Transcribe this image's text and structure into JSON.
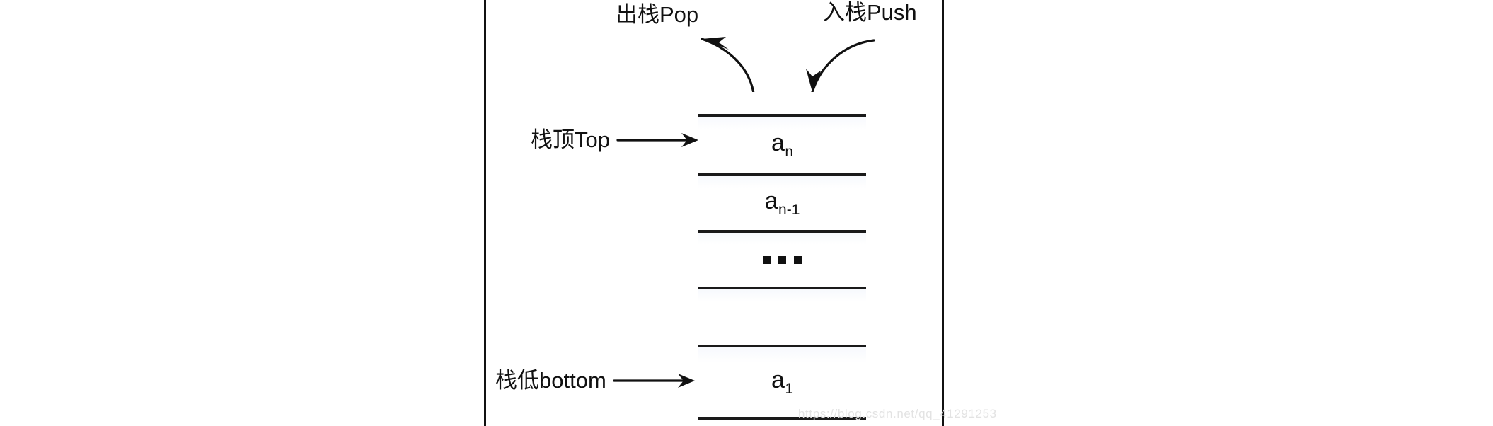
{
  "diagram": {
    "title_pop": "出栈Pop",
    "title_push": "入栈Push",
    "label_top": "栈顶Top",
    "label_bottom": "栈低bottom",
    "arrow_top_glyph": "⟶",
    "arrow_bottom_glyph": "⟶"
  },
  "stack": {
    "cells": [
      {
        "name": "cell-head",
        "value": "",
        "sub": "",
        "kind": "empty-head"
      },
      {
        "name": "cell-an",
        "value": "a",
        "sub": "n",
        "kind": "item"
      },
      {
        "name": "cell-an-1",
        "value": "a",
        "sub": "n-1",
        "kind": "item"
      },
      {
        "name": "cell-ellipsis",
        "value": "",
        "sub": "",
        "kind": "dots"
      },
      {
        "name": "cell-empty",
        "value": "",
        "sub": "",
        "kind": "item"
      },
      {
        "name": "cell-a1",
        "value": "a",
        "sub": "1",
        "kind": "item"
      }
    ]
  },
  "watermark": {
    "text": "https://blog.csdn.net/qq_41291253"
  },
  "colors": {
    "ink": "#111111",
    "line": "#1a1a1a",
    "cell_tint": "#f7f9fd",
    "watermark": "#e3e3e3",
    "background": "#ffffff"
  }
}
